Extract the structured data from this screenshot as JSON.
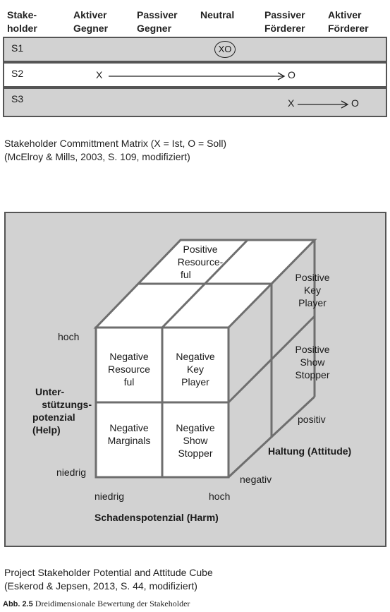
{
  "matrix": {
    "headers": [
      {
        "line1": "Stake-",
        "line2": "holder"
      },
      {
        "line1": "Aktiver",
        "line2": "Gegner"
      },
      {
        "line1": "Passiver",
        "line2": "Gegner"
      },
      {
        "line1": "Neutral",
        "line2": ""
      },
      {
        "line1": "Passiver",
        "line2": "Förderer"
      },
      {
        "line1": "Aktiver",
        "line2": "Förderer"
      }
    ],
    "rows": [
      {
        "label": "S1",
        "marker": "XO"
      },
      {
        "label": "S2",
        "from": "X",
        "to": "O"
      },
      {
        "label": "S3",
        "from": "X",
        "to": "O"
      }
    ],
    "caption_line1": "Stakeholder Committment Matrix (X = Ist, O = Soll)",
    "caption_line2": "(McElroy & Mills, 2003, S. 109, modifiziert)"
  },
  "cube": {
    "top_label": [
      "Positive",
      "Resource-",
      "ful"
    ],
    "side_upper_label": [
      "Positive",
      "Key",
      "Player"
    ],
    "side_lower_label": [
      "Positive",
      "Show",
      "Stopper"
    ],
    "front_cells": [
      [
        "Negative",
        "Resource",
        "ful"
      ],
      [
        "Negative",
        "Key",
        "Player"
      ],
      [
        "Negative",
        "Marginals"
      ],
      [
        "Negative",
        "Show",
        "Stopper"
      ]
    ],
    "y_high": "hoch",
    "y_low": "niedrig",
    "y_axis_title": [
      "Unter-",
      "stützungs-",
      "potenzial",
      "(Help)"
    ],
    "x_low": "niedrig",
    "x_high": "hoch",
    "x_axis_title": "Schadenspotenzial (Harm)",
    "z_positive": "positiv",
    "z_negative": "negativ",
    "z_axis_title": "Haltung (Attitude)"
  },
  "caption_line1": "Project Stakeholder Potential and Attitude Cube",
  "caption_line2": "(Eskerod & Jepsen, 2013, S. 44, modifiziert)",
  "figure_label": "Abb. 2.5",
  "figure_title": "Dreidimensionale Bewertung der Stakeholder"
}
